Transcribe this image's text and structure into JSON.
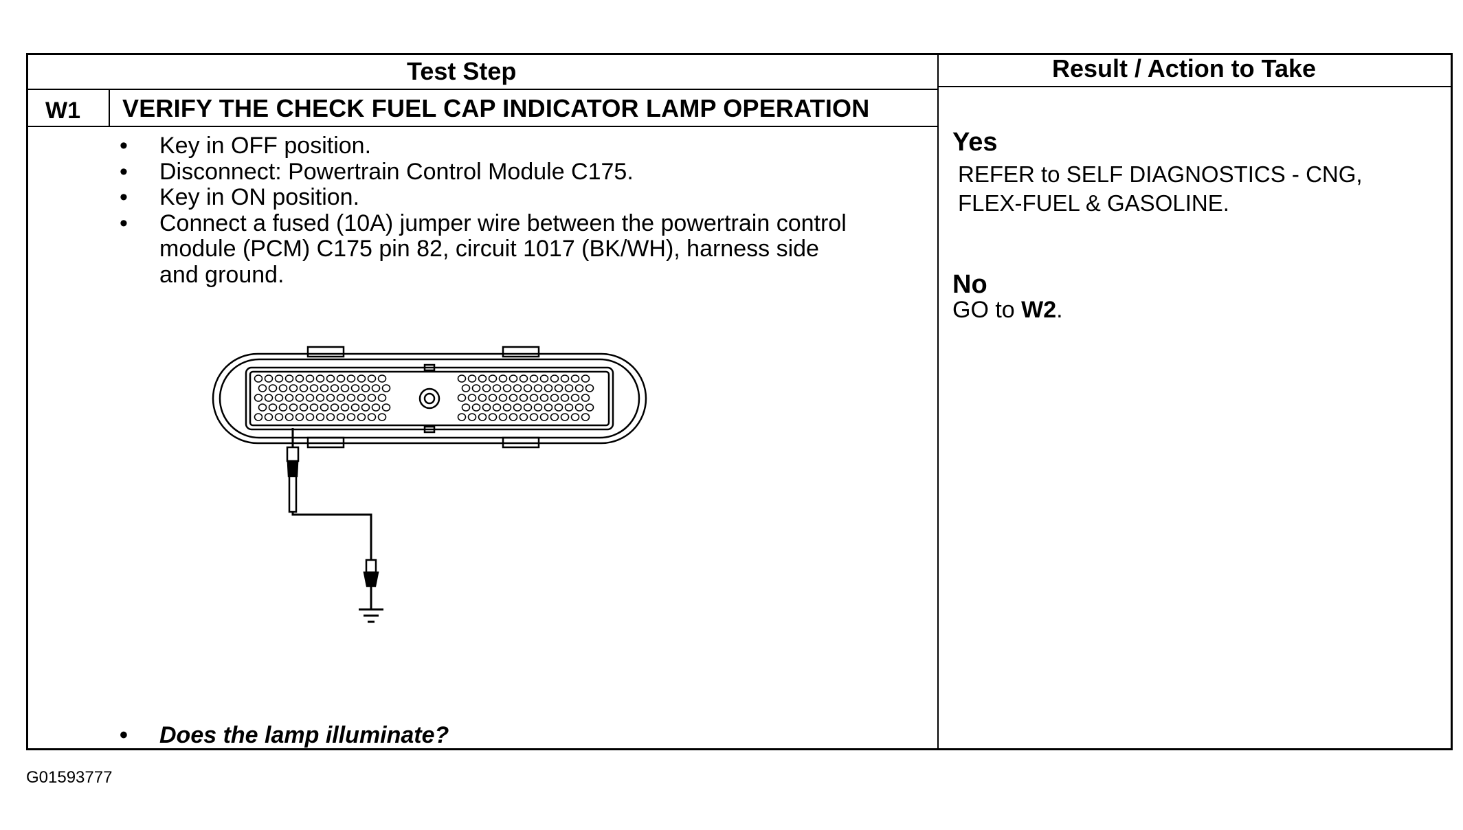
{
  "header": {
    "test_step": "Test Step",
    "result": "Result / Action to Take"
  },
  "step": {
    "id": "W1",
    "title": "VERIFY THE CHECK FUEL CAP INDICATOR LAMP OPERATION",
    "bullets": [
      "Key in OFF position.",
      "Disconnect: Powertrain Control Module C175.",
      "Key in ON position.",
      "Connect a fused (10A) jumper wire between the powertrain control module (PCM) C175 pin 82, circuit 1017 (BK/WH), harness side and ground."
    ],
    "question": "Does the lamp illuminate?"
  },
  "results": {
    "yes_label": "Yes",
    "yes_line1": "REFER to SELF DIAGNOSTICS - CNG,",
    "yes_line2": "FLEX-FUEL & GASOLINE.",
    "no_label": "No",
    "no_text_prefix": "GO to ",
    "no_target": "W2",
    "no_text_suffix": "."
  },
  "figure_id": "G01593777"
}
